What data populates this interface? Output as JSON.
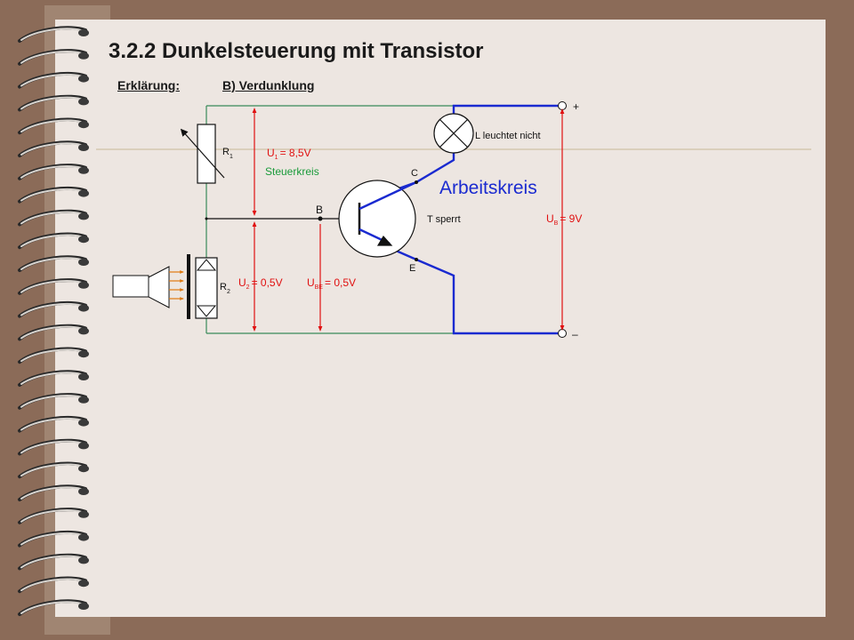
{
  "slide": {
    "title": "3.2.2 Dunkelsteuerung mit Transistor",
    "section_label": "Erklärung:",
    "subtitle": "B) Verdunklung"
  },
  "circuit": {
    "components": {
      "r1": {
        "symbol": "R",
        "sub": "1"
      },
      "r2": {
        "symbol": "R",
        "sub": "2"
      },
      "lamp": "L leuchtet nicht",
      "transistor": "T sperrt",
      "collector": "C",
      "emitter": "E",
      "base": "B"
    },
    "labels": {
      "control_circuit": "Steuerkreis",
      "work_circuit": "Arbeitskreis",
      "plus": "+",
      "minus": "–"
    },
    "voltages": {
      "u1": {
        "symbol": "U",
        "sub": "1",
        "value": "= 8,5V"
      },
      "u2": {
        "symbol": "U",
        "sub": "2",
        "value": "= 0,5V"
      },
      "ube": {
        "symbol": "U",
        "sub": "BE",
        "value": "= 0,5V"
      },
      "ub": {
        "symbol": "U",
        "sub": "B",
        "value": "= 9V"
      }
    },
    "colors": {
      "wire": "#3a8a5a",
      "work_circuit": "#1a2ad0",
      "voltage": "#e01010",
      "light_rays": "#e07a10",
      "label_green": "#1a9a3a",
      "guide_line": "#c8b898"
    }
  }
}
